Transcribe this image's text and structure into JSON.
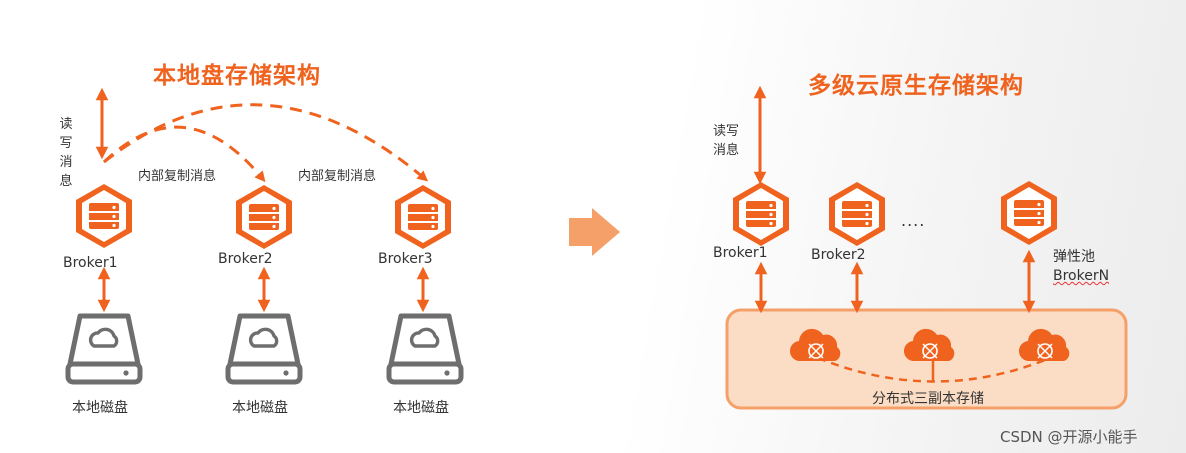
{
  "left": {
    "title": "本地盘存储架构",
    "rw_label": [
      "读",
      "写",
      "消",
      "息"
    ],
    "replication_label_1": "内部复制消息",
    "replication_label_2": "内部复制消息",
    "brokers": [
      "Broker1",
      "Broker2",
      "Broker3"
    ],
    "disks": [
      "本地磁盘",
      "本地磁盘",
      "本地磁盘"
    ]
  },
  "right": {
    "title": "多级云原生存储架构",
    "rw_label_line1": "读写",
    "rw_label_line2": "消息",
    "brokers": [
      "Broker1",
      "Broker2"
    ],
    "ellipsis": "....",
    "elastic_pool_line1": "弹性池",
    "elastic_pool_line2": "BrokerN",
    "storage_label": "分布式三副本存储"
  },
  "watermark": "CSDN @开源小能手",
  "colors": {
    "accent": "#f0631f",
    "arrow": "#f08a4b",
    "storage_bg": "#fbdcc4",
    "storage_border": "#f5a068",
    "disk_gray": "#6e6e6e"
  }
}
